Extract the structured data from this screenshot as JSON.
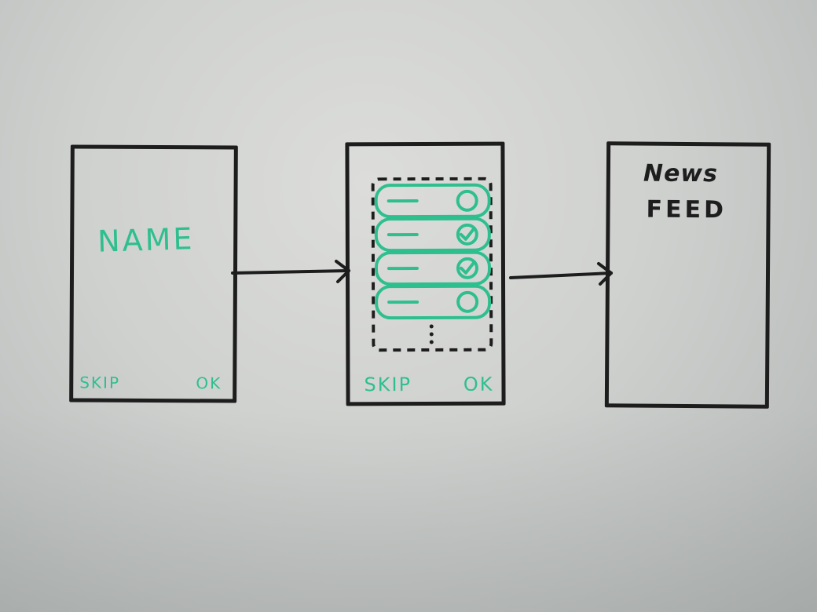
{
  "screens": {
    "name_screen": {
      "title": "NAME",
      "skip_label": "SKIP",
      "ok_label": "OK"
    },
    "topics_screen": {
      "skip_label": "SKIP",
      "ok_label": "OK",
      "items": [
        {
          "checked": false
        },
        {
          "checked": true
        },
        {
          "checked": true
        },
        {
          "checked": false
        }
      ]
    },
    "feed_screen": {
      "title_line1": "News",
      "title_line2": "FEED"
    }
  },
  "colors": {
    "ink_black": "#1d1d1d",
    "ink_green": "#2fbf8f",
    "board": "#d3d5d3"
  }
}
